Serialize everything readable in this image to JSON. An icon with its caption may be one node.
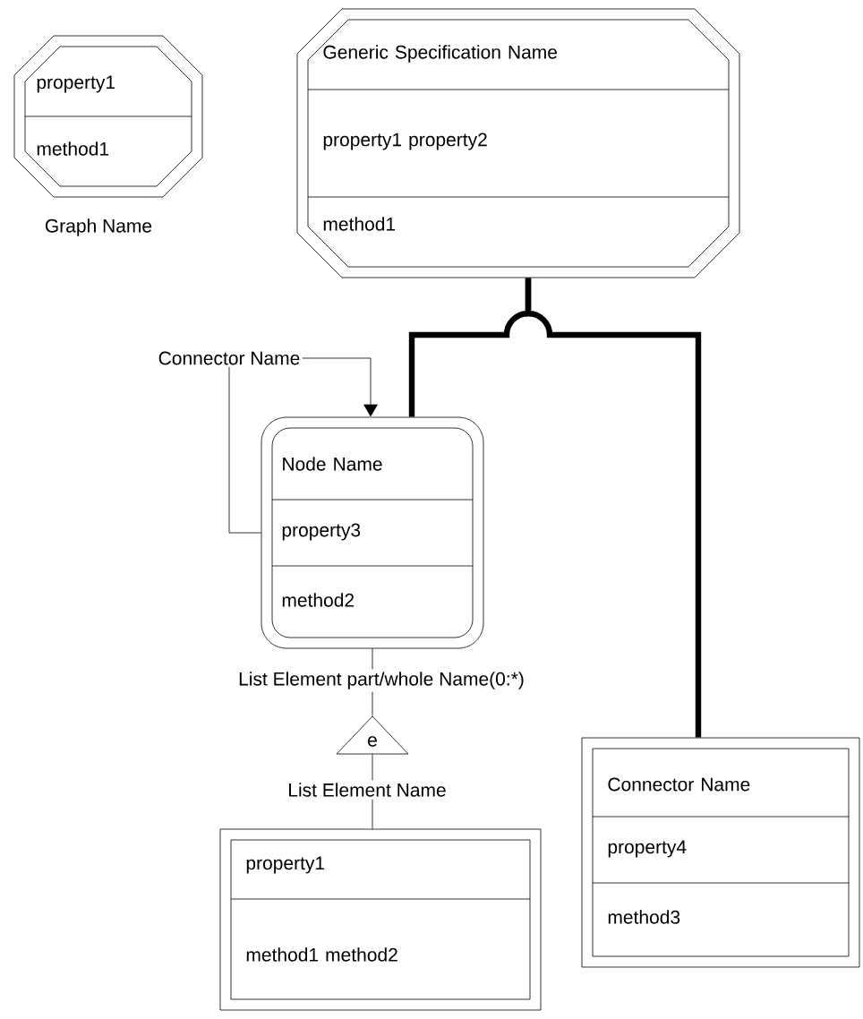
{
  "diagram": {
    "nodes": [
      {
        "text": [
          "property1",
          "method1"
        ],
        "beside": [
          "Graph Name"
        ]
      },
      {
        "text": [
          "Generic Specification Name",
          "property1 property2",
          "method1"
        ]
      },
      {
        "text": [
          "Connector Name"
        ]
      },
      {
        "text": [
          "Node Name",
          "property3",
          "method2"
        ]
      },
      {
        "text": [
          "e"
        ]
      },
      {
        "text": [
          "property1",
          "method1 method2"
        ]
      },
      {
        "text": [
          "Connector Name",
          "property4",
          "method3"
        ]
      }
    ],
    "edges": [
      {
        "from": 2,
        "to": 3,
        "arrow": "to"
      },
      {
        "from": 2,
        "to": 3,
        "arrow": "none"
      },
      {
        "from": 1,
        "to": 3,
        "arrow": "none",
        "style": "thick"
      },
      {
        "from": 1,
        "to": 6,
        "arrow": "none",
        "style": "thick"
      },
      {
        "from": 3,
        "to": 4,
        "arrow": "none",
        "label": "List Element part/whole Name(0:*)"
      },
      {
        "from": 4,
        "to": 5,
        "arrow": "none",
        "label": "List Element Name"
      }
    ]
  }
}
